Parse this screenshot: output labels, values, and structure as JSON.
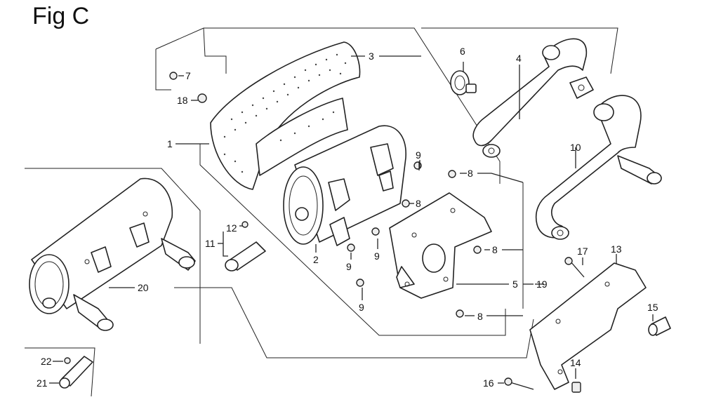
{
  "figure": {
    "title": "Fig C",
    "callouts": [
      {
        "id": "c1",
        "label": "1"
      },
      {
        "id": "c2",
        "label": "2"
      },
      {
        "id": "c3",
        "label": "3"
      },
      {
        "id": "c4",
        "label": "4"
      },
      {
        "id": "c5",
        "label": "5"
      },
      {
        "id": "c6",
        "label": "6"
      },
      {
        "id": "c7",
        "label": "7"
      },
      {
        "id": "c8a",
        "label": "8"
      },
      {
        "id": "c8b",
        "label": "8"
      },
      {
        "id": "c8c",
        "label": "8"
      },
      {
        "id": "c8d",
        "label": "8"
      },
      {
        "id": "c9a",
        "label": "9"
      },
      {
        "id": "c9b",
        "label": "9"
      },
      {
        "id": "c9c",
        "label": "9"
      },
      {
        "id": "c9d",
        "label": "9"
      },
      {
        "id": "c10",
        "label": "10"
      },
      {
        "id": "c11",
        "label": "11"
      },
      {
        "id": "c12",
        "label": "12"
      },
      {
        "id": "c13",
        "label": "13"
      },
      {
        "id": "c14",
        "label": "14"
      },
      {
        "id": "c15",
        "label": "15"
      },
      {
        "id": "c16",
        "label": "16"
      },
      {
        "id": "c17",
        "label": "17"
      },
      {
        "id": "c18",
        "label": "18"
      },
      {
        "id": "c19",
        "label": "19"
      },
      {
        "id": "c20",
        "label": "20"
      },
      {
        "id": "c21",
        "label": "21"
      },
      {
        "id": "c22",
        "label": "22"
      }
    ]
  }
}
